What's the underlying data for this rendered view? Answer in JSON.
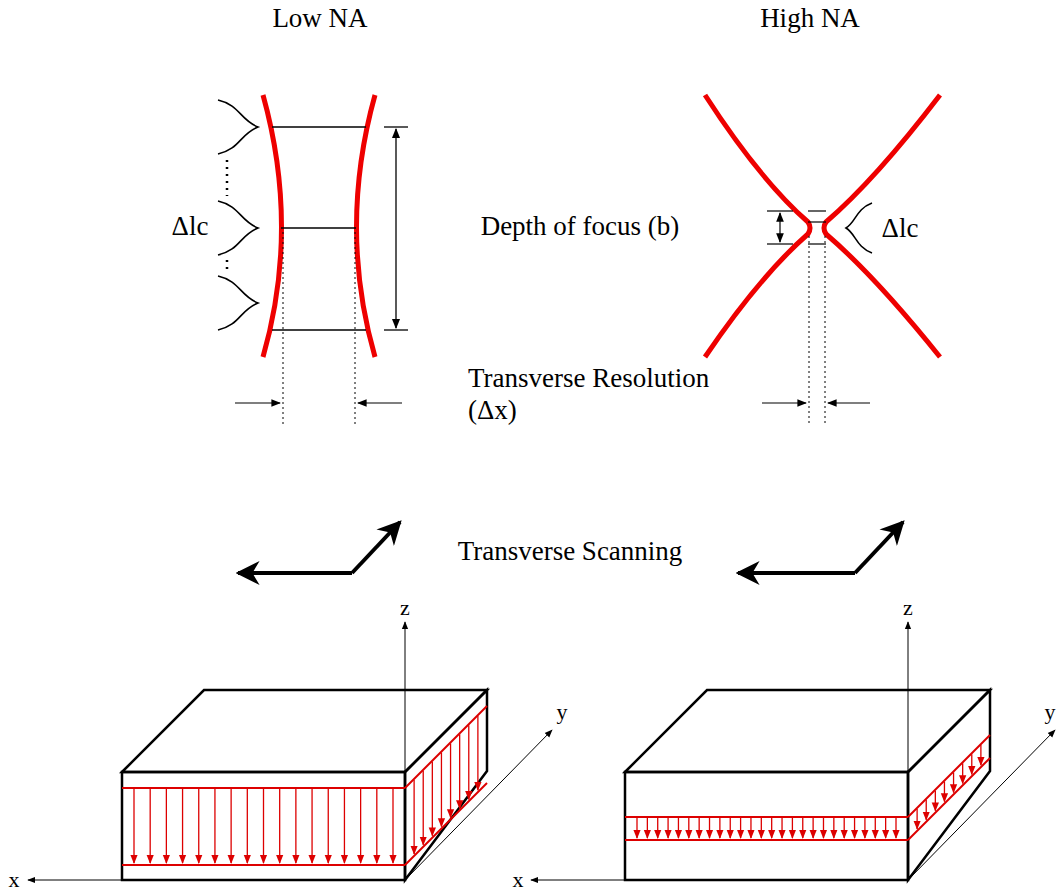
{
  "diagram": {
    "labels": [
      "Low NA",
      "High NA",
      "Δlc",
      "Depth of focus (b)",
      "Δlc",
      "Transverse Resolution (Δx)",
      "Transverse Scanning",
      "z",
      "y",
      "x",
      "z",
      "y",
      "x"
    ]
  }
}
